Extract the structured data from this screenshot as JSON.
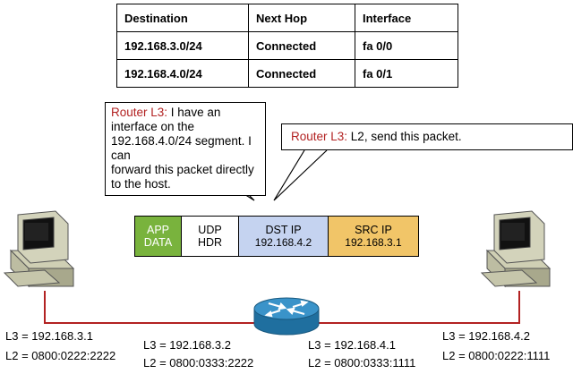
{
  "routing_table": {
    "headers": [
      "Destination",
      "Next Hop",
      "Interface"
    ],
    "rows": [
      [
        "192.168.3.0/24",
        "Connected",
        "fa 0/0"
      ],
      [
        "192.168.4.0/24",
        "Connected",
        "fa 0/1"
      ]
    ]
  },
  "callout_left": {
    "speaker": "Router L3:",
    "line1": " I have an interface on the",
    "line2": "192.168.4.0/24 segment.  I can",
    "line3": "forward this packet directly to the host."
  },
  "callout_right": {
    "speaker": "Router L3:",
    "message": " L2, send this packet."
  },
  "packet": {
    "app": [
      "APP",
      "DATA"
    ],
    "udp": [
      "UDP",
      "HDR"
    ],
    "dst": [
      "DST IP",
      "192.168.4.2"
    ],
    "src": [
      "SRC IP",
      "192.168.3.1"
    ]
  },
  "labels": {
    "host_left_l3": "L3 = 192.168.3.1",
    "host_left_l2": "L2 = 0800:0222:2222",
    "router_left_l3": "L3 = 192.168.3.2",
    "router_left_l2": "L2 = 0800:0333:2222",
    "router_right_l3": "L3 = 192.168.4.1",
    "router_right_l2": "L2 = 0800:0333:1111",
    "host_right_l3": "L3 = 192.168.4.2",
    "host_right_l2": "L2 = 0800:0222:1111"
  },
  "colors": {
    "link": "#b22222",
    "speaker": "#b22222",
    "app_data": "#79b33d",
    "dst_ip": "#c5d3f0",
    "src_ip": "#f1c568",
    "router": "#3a93c9"
  }
}
